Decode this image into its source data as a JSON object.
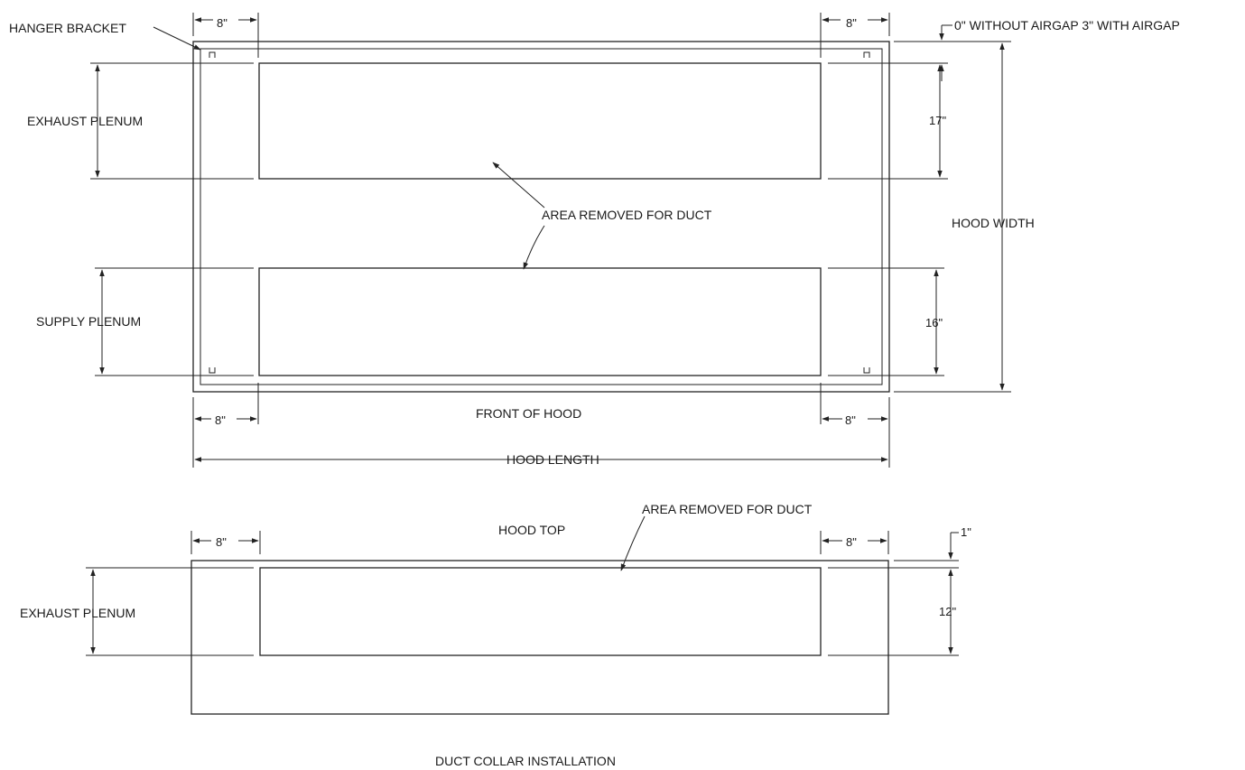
{
  "labels": {
    "hanger_bracket": "HANGER BRACKET",
    "airgap_note": "0\" WITHOUT AIRGAP  3\" WITH AIRGAP",
    "exhaust_plenum_top": "EXHAUST PLENUM",
    "supply_plenum": "SUPPLY PLENUM",
    "area_removed_top": "AREA REMOVED FOR DUCT",
    "hood_width": "HOOD WIDTH",
    "front_of_hood": "FRONT OF HOOD",
    "hood_length": "HOOD LENGTH",
    "area_removed_bottom": "AREA REMOVED FOR DUCT",
    "hood_top": "HOOD TOP",
    "exhaust_plenum_bottom": "EXHAUST PLENUM",
    "title": "DUCT COLLAR INSTALLATION"
  },
  "dims": {
    "top_left_offset": "8\"",
    "top_right_offset": "8\"",
    "exhaust_height": "17\"",
    "supply_height": "16\"",
    "bottom_left_offset": "8\"",
    "bottom_right_offset": "8\"",
    "collar_left_offset": "8\"",
    "collar_right_offset": "8\"",
    "collar_top_gap": "1\"",
    "collar_height": "12\""
  }
}
